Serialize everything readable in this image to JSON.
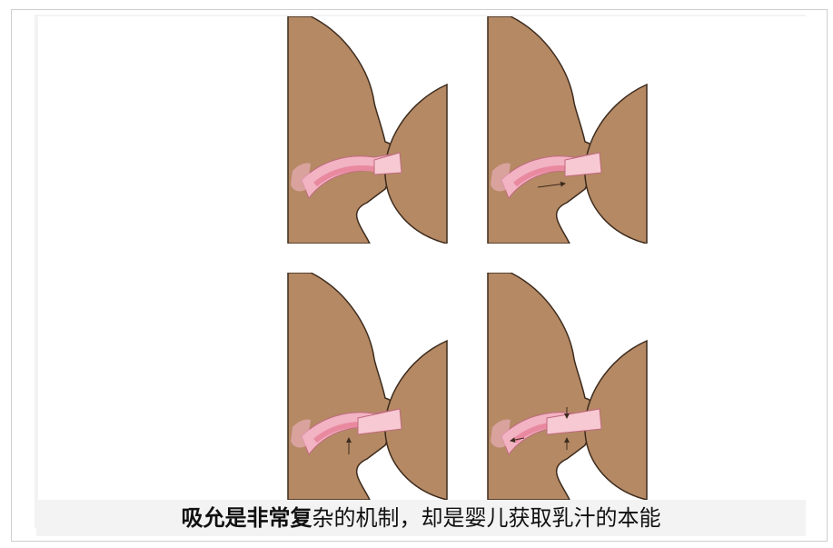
{
  "caption": {
    "bold": "吸允是非常复",
    "rest": "杂的机制，却是婴儿获取乳汁的本能"
  },
  "colors": {
    "skin": "#b48964",
    "outline": "#3c2a1c",
    "mouth": "#f2b3c3",
    "tongue": "#e9899f",
    "panel_bg": "#ffffff",
    "frame_bg": "#f3f3f3"
  },
  "panels": [
    {
      "stage": 1,
      "icon": "breastfeeding-latch-stage-1"
    },
    {
      "stage": 2,
      "icon": "breastfeeding-latch-stage-2"
    },
    {
      "stage": 3,
      "icon": "breastfeeding-latch-stage-3"
    },
    {
      "stage": 4,
      "icon": "breastfeeding-latch-stage-4"
    }
  ]
}
